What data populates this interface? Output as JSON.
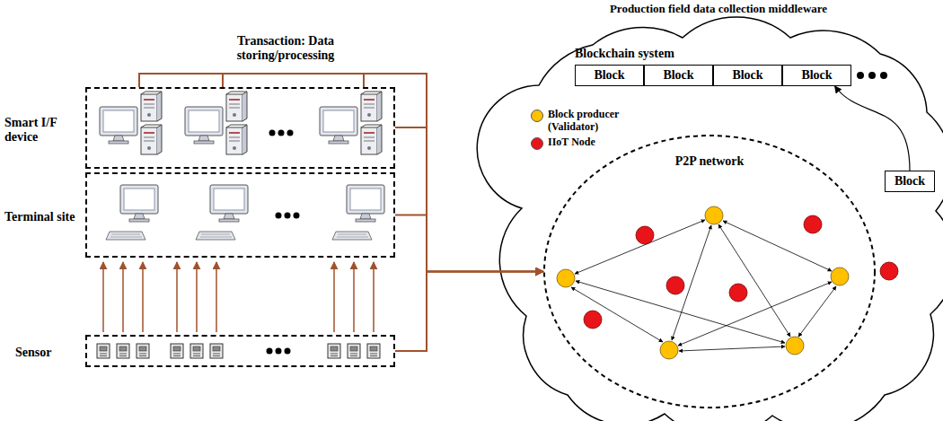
{
  "diagram": {
    "title": "Production field data collection middleware",
    "nodes": [
      {
        "text": [
          "Smart I/F device"
        ]
      },
      {
        "text": [
          "Terminal site"
        ]
      },
      {
        "text": [
          "Sensor"
        ]
      },
      {
        "text": [
          "Block"
        ]
      },
      {
        "text": [
          "Block"
        ]
      },
      {
        "text": [
          "Block"
        ]
      },
      {
        "text": [
          "Block"
        ]
      },
      {
        "text": [
          "Block"
        ]
      },
      {
        "text": [
          "P2P network"
        ]
      }
    ],
    "edges": [
      {
        "from": 0,
        "to": 8,
        "arrow": "to"
      },
      {
        "from": 1,
        "to": 8,
        "arrow": "to"
      },
      {
        "from": 2,
        "to": 8,
        "arrow": "to"
      },
      {
        "from": 7,
        "to": 6,
        "arrow": "to"
      }
    ],
    "labels": [
      "Transaction: Data storing/processing",
      "Blockchain system"
    ],
    "legend": [
      {
        "text": "Block producer (Validator)",
        "color": "#ffc000"
      },
      {
        "text": "IIoT Node",
        "color": "#e8141a"
      }
    ]
  }
}
